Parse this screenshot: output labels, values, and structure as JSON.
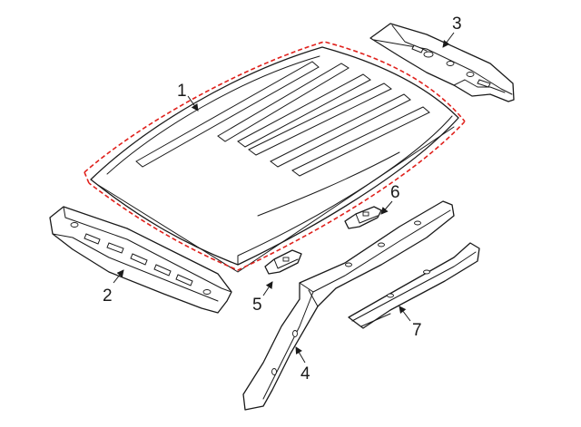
{
  "callouts": [
    "1",
    "2",
    "3",
    "4",
    "5",
    "6",
    "7"
  ],
  "colors": {
    "outline": "#1a1a1a",
    "highlight_dash": "#e0201b",
    "background": "#ffffff"
  }
}
